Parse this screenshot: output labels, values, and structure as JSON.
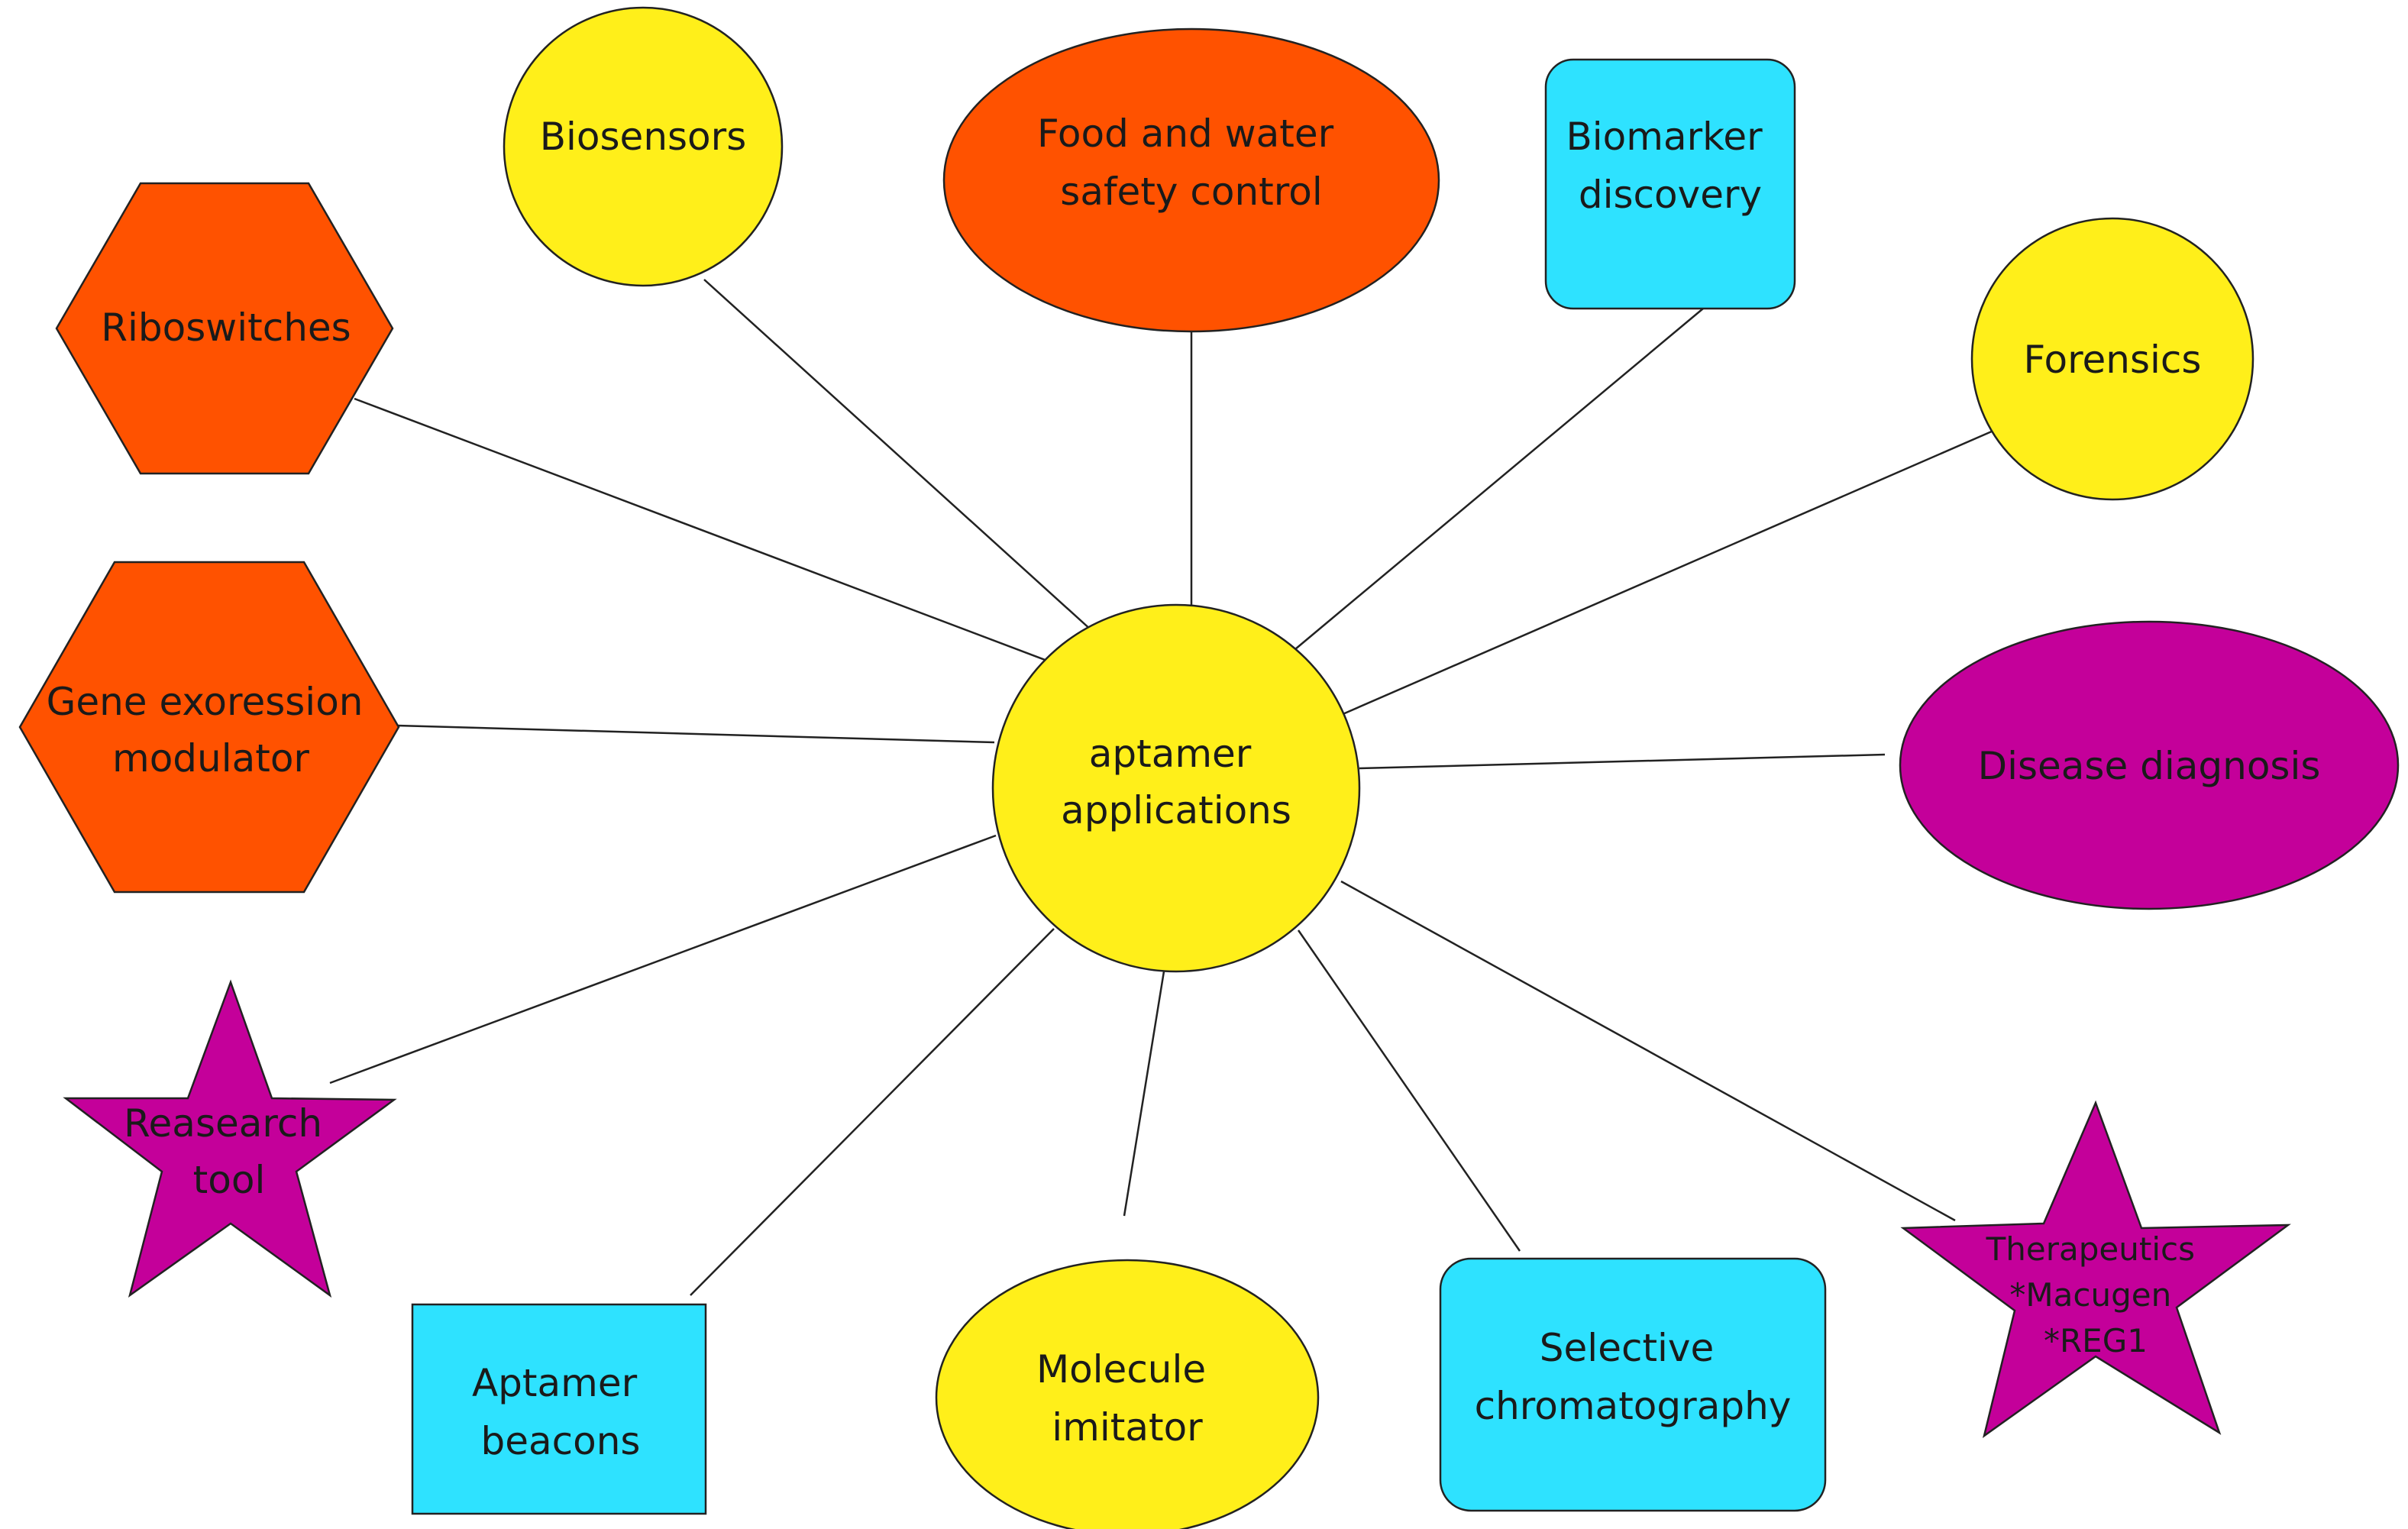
{
  "colors": {
    "yellow": "#FFEF1A",
    "orange": "#FF5200",
    "cyan": "#2EE2FF",
    "magenta": "#C4009A",
    "edge": "#222222"
  },
  "center": {
    "lines": [
      "aptamer",
      "applications"
    ]
  },
  "nodes": {
    "biosensors": {
      "lines": [
        "Biosensors"
      ],
      "shape": "circle",
      "color": "yellow"
    },
    "food": {
      "lines": [
        "Food and water",
        "safety control"
      ],
      "shape": "ellipse",
      "color": "orange"
    },
    "biomarker": {
      "lines": [
        "Biomarker",
        "discovery"
      ],
      "shape": "rounded-rectangle",
      "color": "cyan"
    },
    "forensics": {
      "lines": [
        "Forensics"
      ],
      "shape": "circle",
      "color": "yellow"
    },
    "riboswitches": {
      "lines": [
        "Riboswitches"
      ],
      "shape": "hexagon",
      "color": "orange"
    },
    "gene": {
      "lines": [
        "Gene exoression",
        "modulator"
      ],
      "shape": "hexagon",
      "color": "orange"
    },
    "disease": {
      "lines": [
        "Disease diagnosis"
      ],
      "shape": "ellipse",
      "color": "magenta"
    },
    "research": {
      "lines": [
        "Reasearch",
        "tool"
      ],
      "shape": "star",
      "color": "magenta"
    },
    "beacons": {
      "lines": [
        "Aptamer",
        "beacons"
      ],
      "shape": "rectangle",
      "color": "cyan"
    },
    "molecule": {
      "lines": [
        "Molecule",
        "imitator"
      ],
      "shape": "ellipse",
      "color": "yellow"
    },
    "chromatography": {
      "lines": [
        "Selective",
        "chromatography"
      ],
      "shape": "rounded-rectangle",
      "color": "cyan"
    },
    "therapeutics": {
      "lines": [
        "Therapeutics",
        "*Macugen",
        "*REG1"
      ],
      "shape": "star",
      "color": "magenta"
    }
  }
}
